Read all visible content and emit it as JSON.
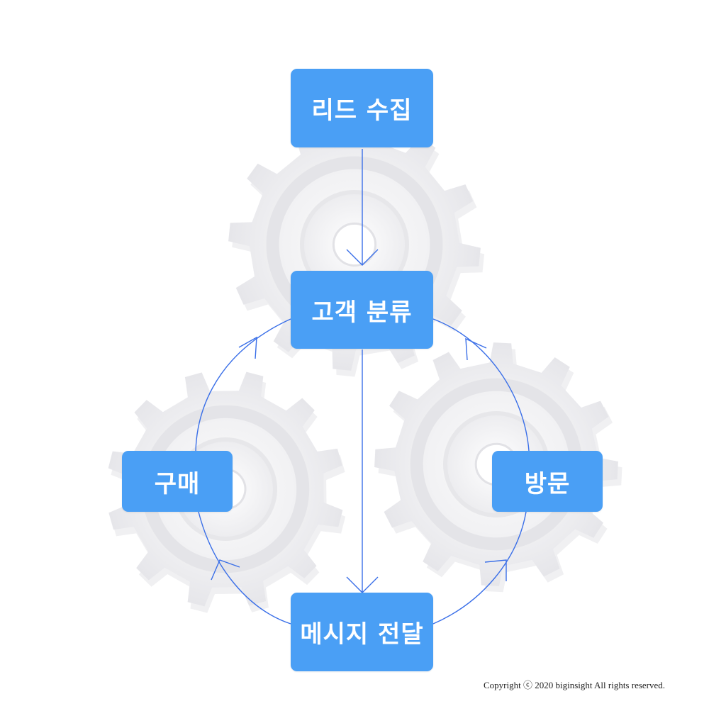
{
  "nodes": {
    "lead_collection": "리드 수집",
    "customer_classification": "고객 분류",
    "purchase": "구매",
    "visit": "방문",
    "message_delivery": "메시지 전달"
  },
  "footer": {
    "copyright": "Copyright ⓒ 2020 biginsight All rights reserved."
  },
  "colors": {
    "node_fill": "#4a9ff5",
    "node_text": "#ffffff",
    "connector": "#3a6fe8",
    "gear_light": "#f1f1f3",
    "gear_shade": "#e4e4e8"
  },
  "background_icons": [
    "gear-icon",
    "gear-icon",
    "gear-icon"
  ]
}
